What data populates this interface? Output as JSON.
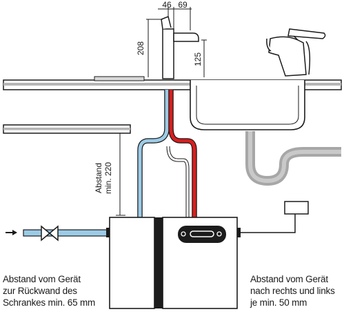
{
  "dimensions": {
    "faucet_offset_a": "46",
    "faucet_offset_b": "69",
    "faucet_height": "208",
    "spout_height": "125",
    "vertical_distance": [
      "Abstand",
      "min. 220"
    ]
  },
  "notes": {
    "left": [
      "Abstand vom Gerät",
      "zur Rückwand des",
      "Schrankes min. 65 mm"
    ],
    "right": [
      "Abstand vom Gerät",
      "nach rechts und links",
      "je min. 50 mm"
    ]
  },
  "colors": {
    "hot_water": "#d81e1e",
    "cold_water": "#9ccbe6",
    "unit_dark": "#1c1c1c",
    "line": "#1a1a1a",
    "drain_gray": "#a7a7a7"
  },
  "icons": {
    "inlet": "arrow-right-icon",
    "valve": "valve-icon",
    "socket": "power-socket-icon"
  }
}
